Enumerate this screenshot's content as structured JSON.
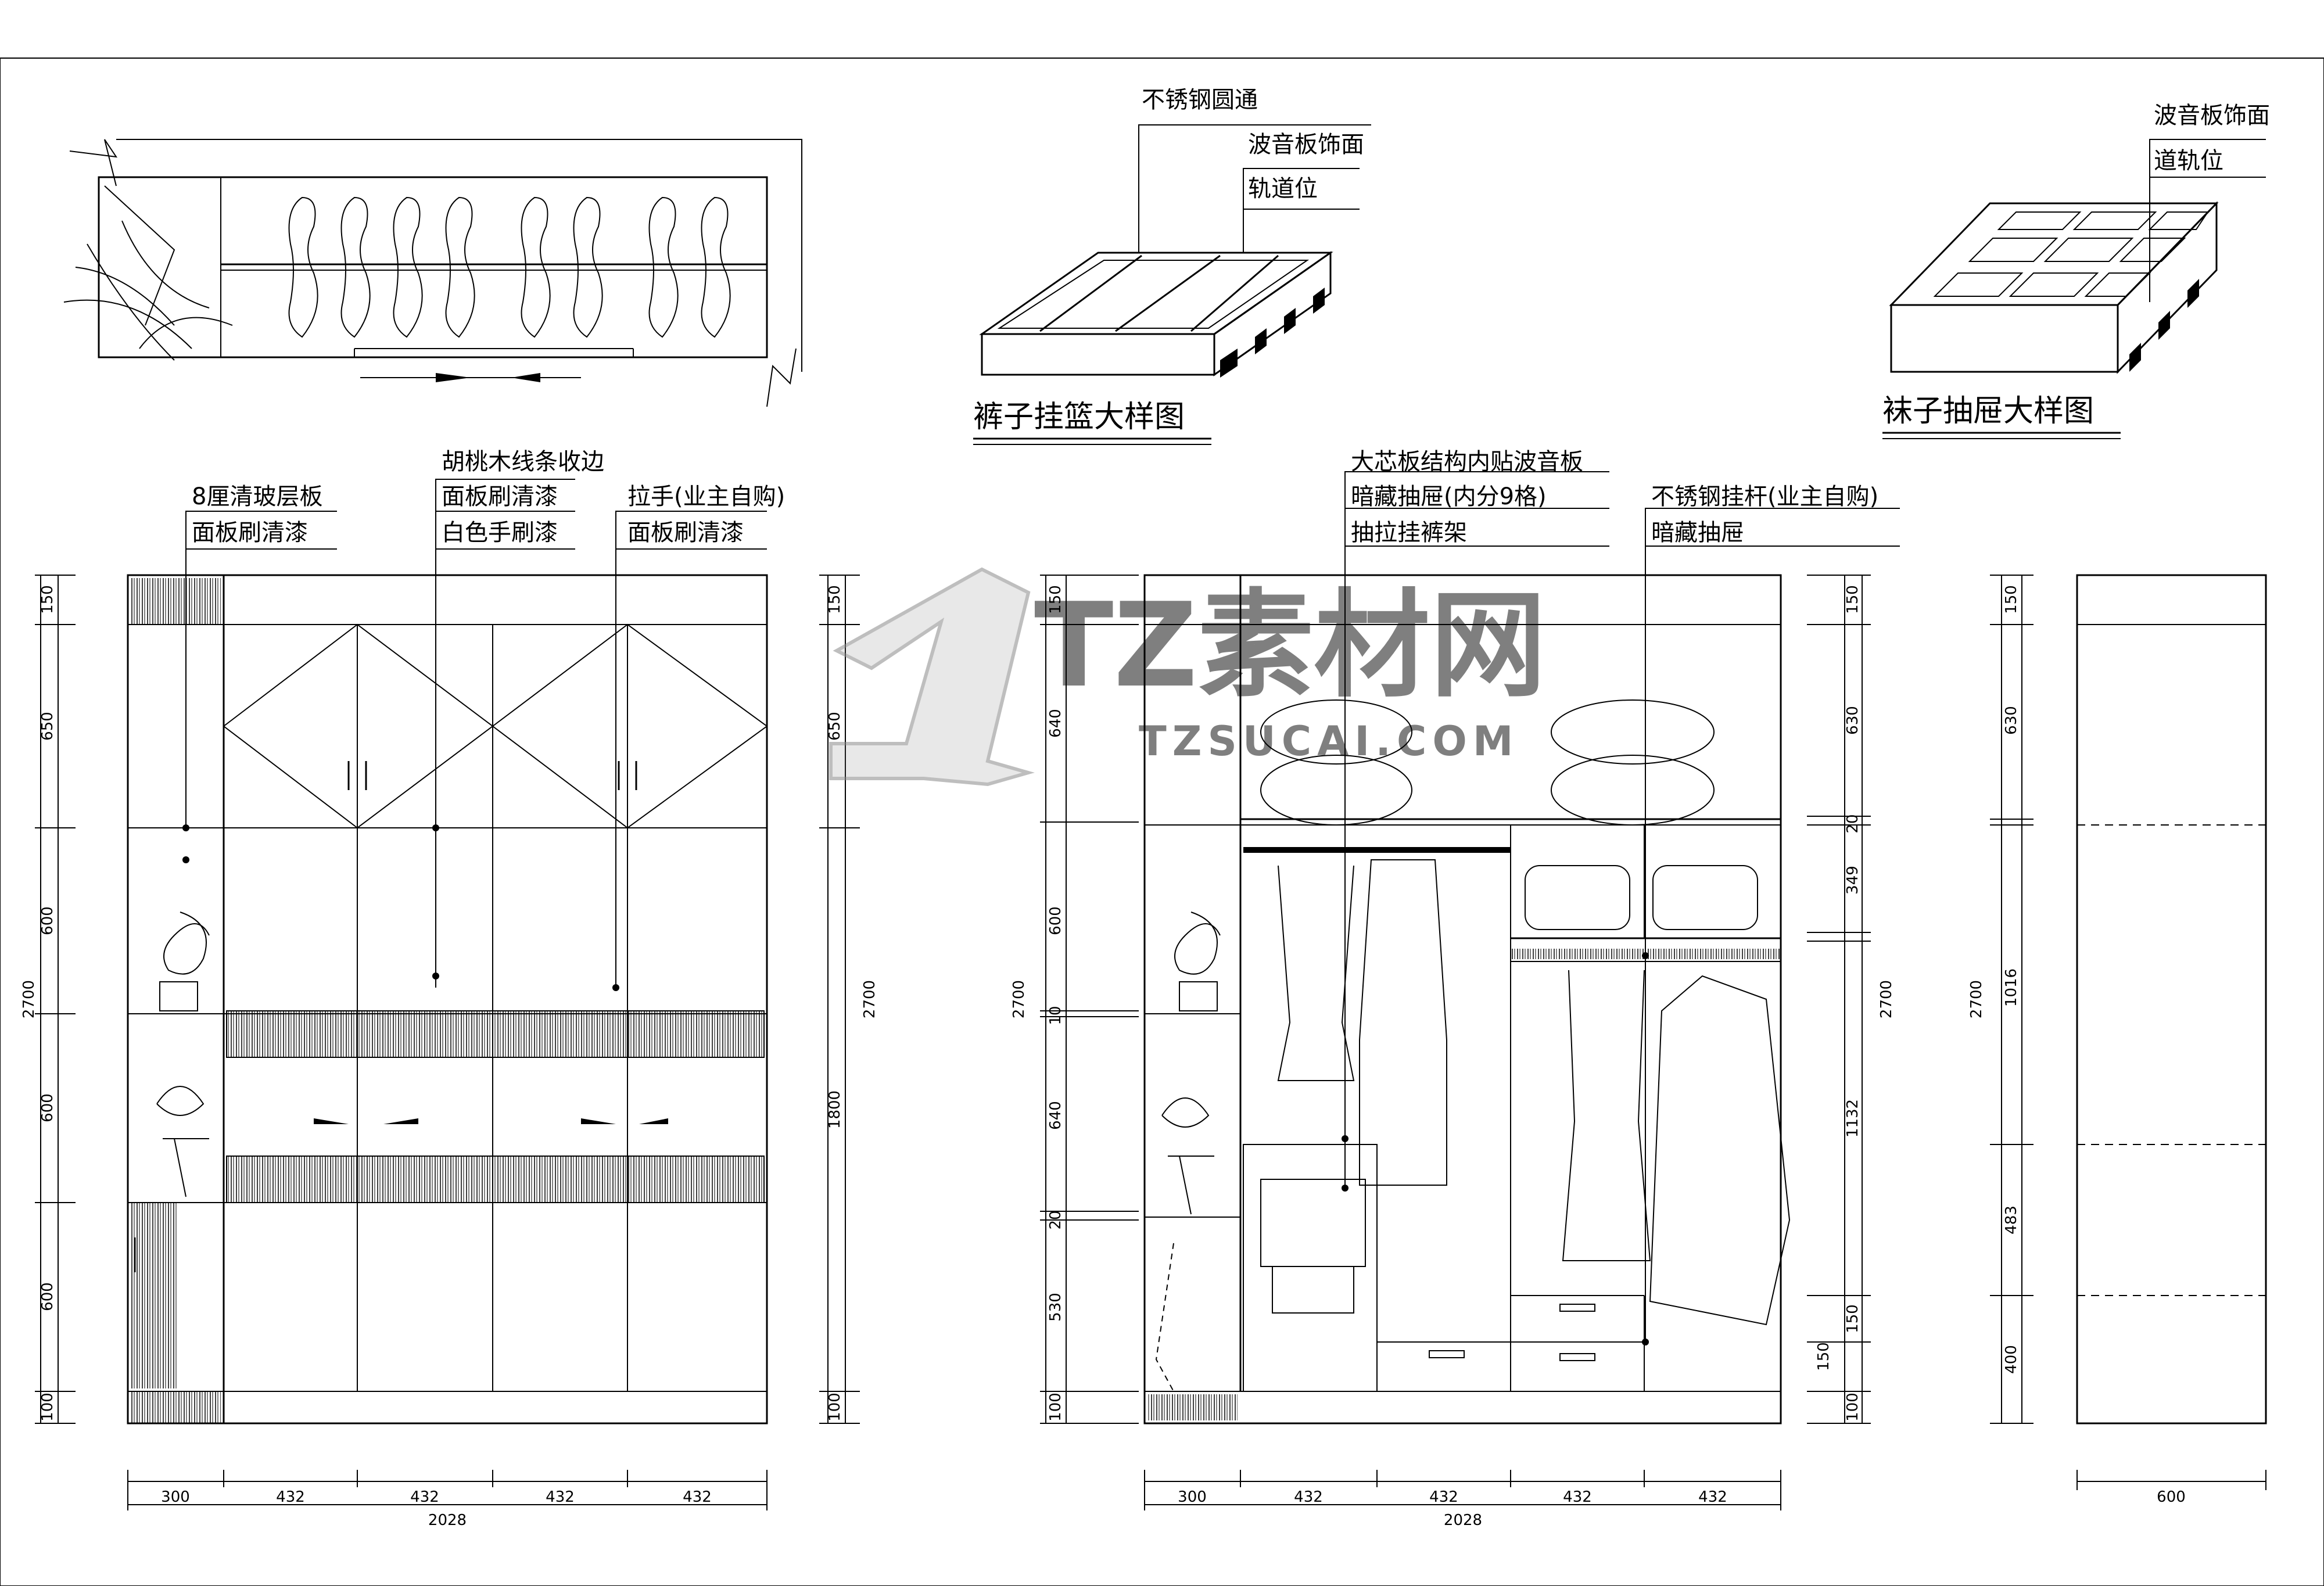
{
  "views": {
    "left_elevation": {
      "labels": [
        "8厘清玻层板",
        "面板刷清漆",
        "胡桃木线条收边",
        "面板刷清漆",
        "白色手刷漆",
        "拉手(业主自购)",
        "面板刷清漆"
      ],
      "dims_left": [
        "150",
        "650",
        "600",
        "600",
        "600",
        "100"
      ],
      "dim_left_total": "2700",
      "dims_right": [
        "150",
        "650",
        "1800",
        "100"
      ],
      "dim_right_total": "2700",
      "dims_bottom": [
        "300",
        "432",
        "432",
        "432",
        "432"
      ],
      "dim_bottom_total": "2028"
    },
    "middle_elevation": {
      "labels": [
        "大芯板结构内贴波音板",
        "暗藏抽屉(内分9格)",
        "抽拉挂裤架",
        "不锈钢挂杆(业主自购)",
        "暗藏抽屉"
      ],
      "dims_left": [
        "150",
        "640",
        "600",
        "10",
        "640",
        "20",
        "530",
        "100"
      ],
      "dim_left_total": "2700",
      "dims_right": [
        "150",
        "630",
        "20",
        "349",
        "1132",
        "150",
        "150",
        "100"
      ],
      "dim_right_total": "2700",
      "dims_bottom": [
        "300",
        "432",
        "432",
        "432",
        "432"
      ],
      "dim_bottom_total": "2028"
    },
    "side_section": {
      "dims_left": [
        "150",
        "630",
        "1016",
        "483",
        "400"
      ],
      "dim_left_total": "2700",
      "dim_bottom": "600"
    }
  },
  "details": {
    "pants_basket": {
      "title": "裤子挂篮大样图",
      "labels": [
        "不锈钢圆通",
        "波音板饰面",
        "轨道位"
      ]
    },
    "socks_drawer": {
      "title": "袜子抽屉大样图",
      "labels": [
        "波音板饰面",
        "道轨位"
      ]
    }
  },
  "watermark": {
    "brand": "TZ素材网",
    "url": "TZSUCAI.COM"
  }
}
